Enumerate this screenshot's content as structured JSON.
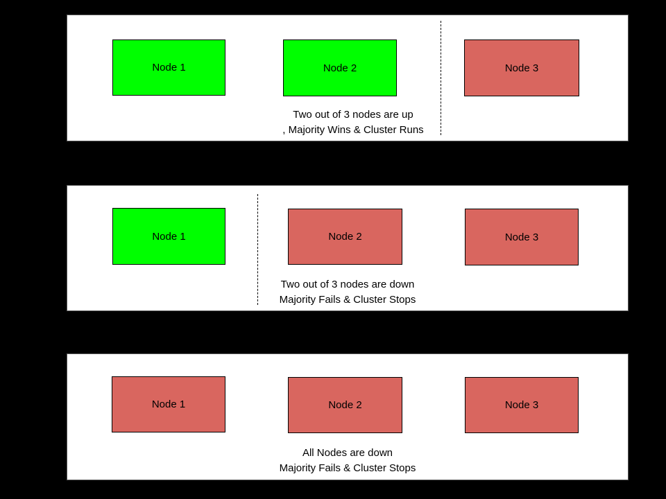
{
  "colors": {
    "background": "#000000",
    "panel_bg": "#ffffff",
    "panel_border": "#595959",
    "node_border": "#000000",
    "node_up": "#00ff00",
    "node_down": "#d9665f",
    "text": "#000000"
  },
  "panels": [
    {
      "id": "scenario-two-nodes-up",
      "caption_line1": "Two out of 3 nodes are up",
      "caption_line2": ", Majority Wins & Cluster Runs",
      "divider_between": "Node 2 and Node 3",
      "nodes": [
        {
          "label": "Node 1",
          "status": "up"
        },
        {
          "label": "Node 2",
          "status": "up"
        },
        {
          "label": "Node 3",
          "status": "down"
        }
      ]
    },
    {
      "id": "scenario-two-nodes-down",
      "caption_line1": "Two out of 3 nodes are down",
      "caption_line2": "Majority Fails & Cluster Stops",
      "divider_between": "Node 1 and Node 2",
      "nodes": [
        {
          "label": "Node 1",
          "status": "up"
        },
        {
          "label": "Node 2",
          "status": "down"
        },
        {
          "label": "Node 3",
          "status": "down"
        }
      ]
    },
    {
      "id": "scenario-all-nodes-down",
      "caption_line1": "All Nodes are down",
      "caption_line2": "Majority Fails & Cluster Stops",
      "divider_between": null,
      "nodes": [
        {
          "label": "Node 1",
          "status": "down"
        },
        {
          "label": "Node 2",
          "status": "down"
        },
        {
          "label": "Node 3",
          "status": "down"
        }
      ]
    }
  ]
}
